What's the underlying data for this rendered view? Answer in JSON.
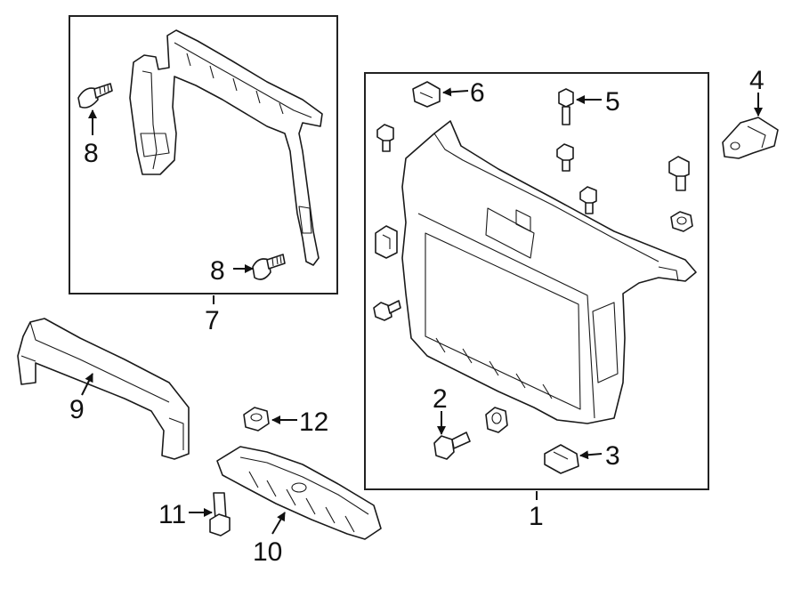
{
  "callouts": {
    "c1": "1",
    "c2": "2",
    "c3": "3",
    "c4": "4",
    "c5": "5",
    "c6": "6",
    "c7": "7",
    "c8a": "8",
    "c8b": "8",
    "c9": "9",
    "c10": "10",
    "c11": "11",
    "c12": "12"
  },
  "colors": {
    "line": "#1a1a1a",
    "background": "#ffffff"
  }
}
